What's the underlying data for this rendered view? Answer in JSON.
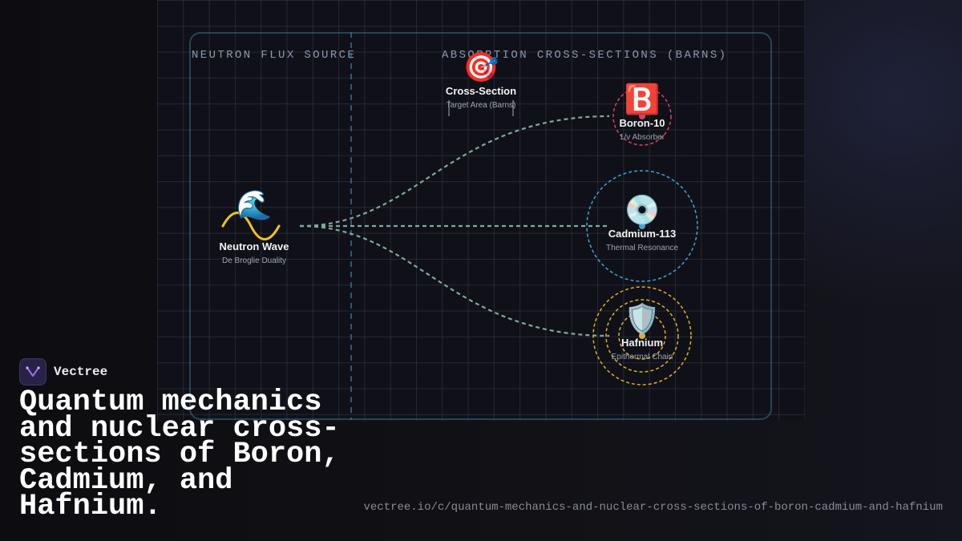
{
  "brand": {
    "name": "Vectree"
  },
  "headline": "Quantum mechanics and nuclear cross-sections of Boron, Cadmium, and Hafnium.",
  "footer": {
    "url": "vectree.io/c/quantum-mechanics-and-nuclear-cross-sections-of-boron-cadmium-and-hafnium"
  },
  "diagram": {
    "zones": {
      "left": "NEUTRON FLUX SOURCE",
      "right": "ABSORPTION CROSS-SECTIONS (BARNS)"
    },
    "nodes": {
      "neutron_wave": {
        "emoji": "🌊",
        "title": "Neutron Wave",
        "subtitle": "De Broglie Duality"
      },
      "cross_section": {
        "emoji": "🎯",
        "title": "Cross-Section",
        "subtitle": "Target Area (Barns)"
      },
      "boron": {
        "emoji": "🅱️",
        "title": "Boron-10",
        "subtitle": "1/v Absorber"
      },
      "cadmium": {
        "emoji": "💿",
        "title": "Cadmium-113",
        "subtitle": "Thermal Resonance"
      },
      "hafnium": {
        "emoji": "🛡️",
        "title": "Hafnium",
        "subtitle": "Epithermal Chain"
      }
    },
    "colors": {
      "wave": "#f2c318",
      "path": "#7fa89a",
      "boron_ring": "#d9435f",
      "cadmium_ring": "#3ea3d8",
      "hafnium_ring": "#e0b02a",
      "panel": "#3c6e8c"
    }
  }
}
